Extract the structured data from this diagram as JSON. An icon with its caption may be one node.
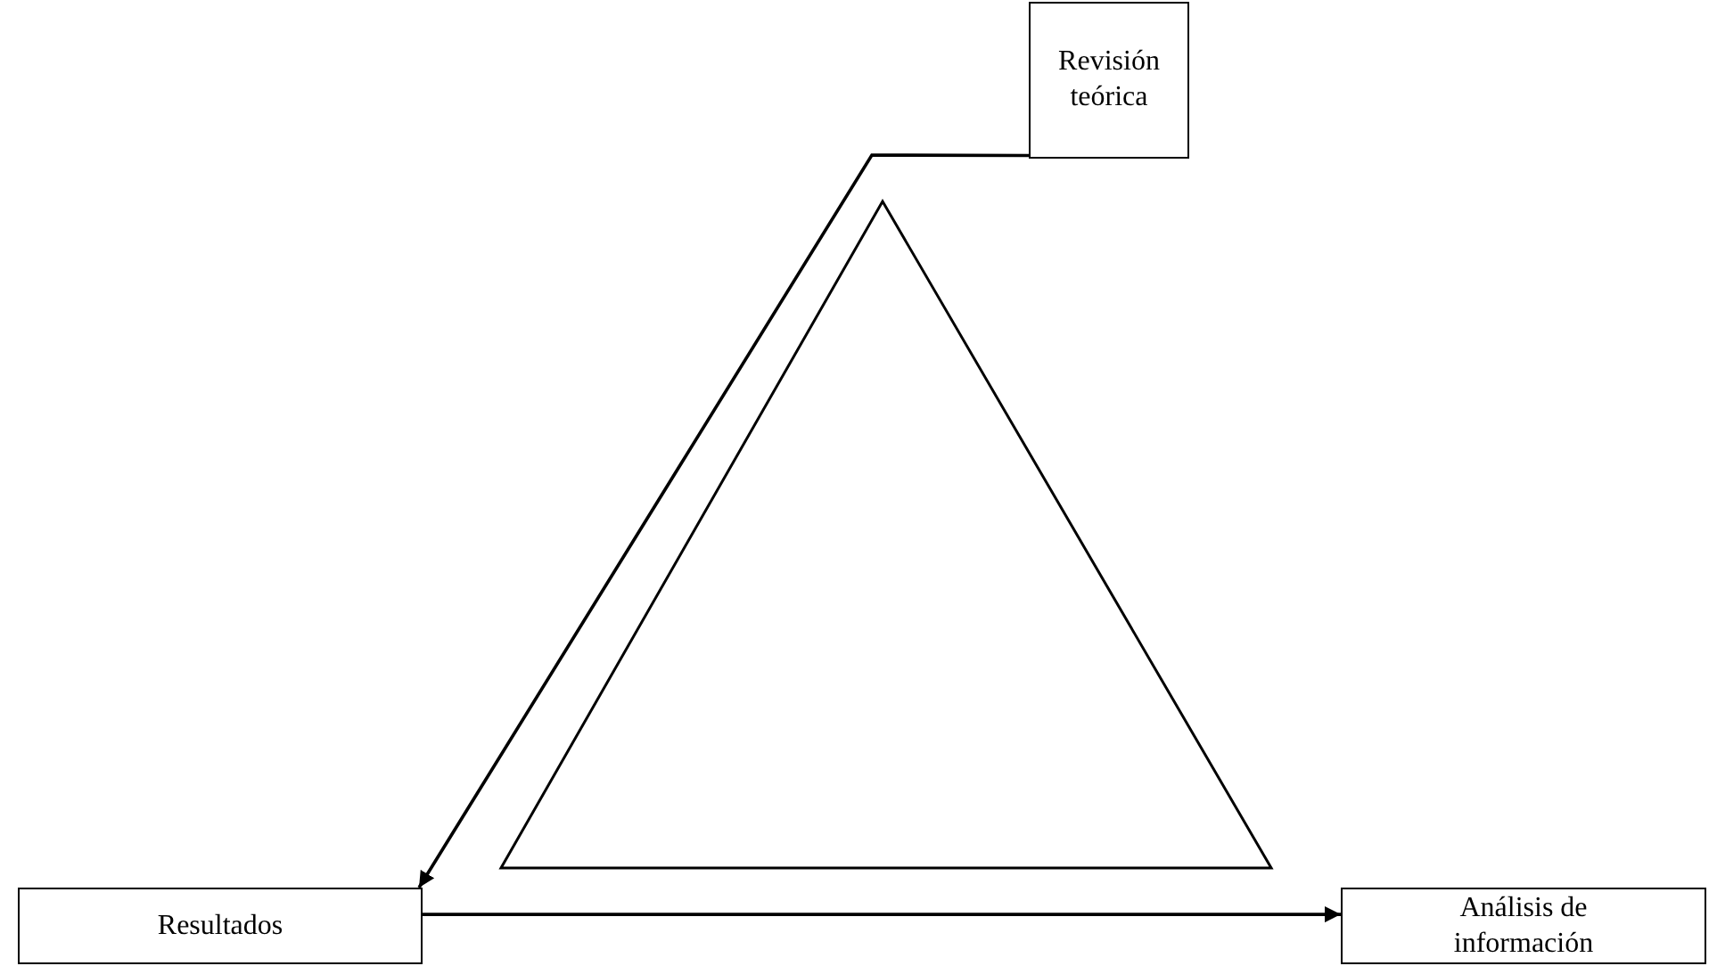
{
  "diagram": {
    "nodes": [
      {
        "text": [
          "Revisión teórica"
        ]
      },
      {
        "text": [
          "Resultados"
        ]
      },
      {
        "text": [
          "Análisis de información"
        ]
      }
    ],
    "edges": [
      {
        "from": 0,
        "to": 1,
        "arrow": "to"
      },
      {
        "from": 1,
        "to": 2,
        "arrow": "to"
      }
    ]
  }
}
